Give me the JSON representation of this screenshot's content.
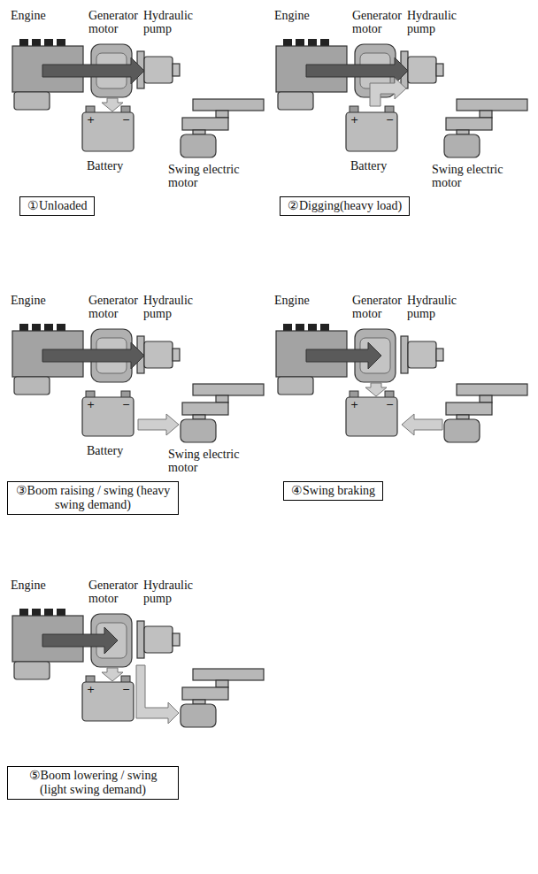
{
  "diagram": {
    "nodes": [
      {
        "text": [
          "①Unloaded"
        ]
      },
      {
        "text": [
          "②Digging(heavy load)"
        ]
      },
      {
        "text": [
          "③Boom raising / swing (heavy swing demand)"
        ]
      },
      {
        "text": [
          "④Swing braking"
        ]
      },
      {
        "text": [
          "⑤Boom lowering / swing (light swing demand)"
        ]
      }
    ],
    "labels": [
      "Engine",
      "Generator motor",
      "Hydraulic pump",
      "+",
      "−",
      "Battery",
      "Swing electric motor",
      "Engine",
      "Generator motor",
      "Hydraulic pump",
      "+",
      "−",
      "Battery",
      "Swing electric motor",
      "Engine",
      "Generator motor",
      "Hydraulic pump",
      "+",
      "−",
      "Battery",
      "Swing electric motor",
      "Engine",
      "Generator motor",
      "Hydraulic pump",
      "+",
      "−",
      "Engine",
      "Generator motor",
      "Hydraulic pump",
      "+",
      "−"
    ]
  }
}
